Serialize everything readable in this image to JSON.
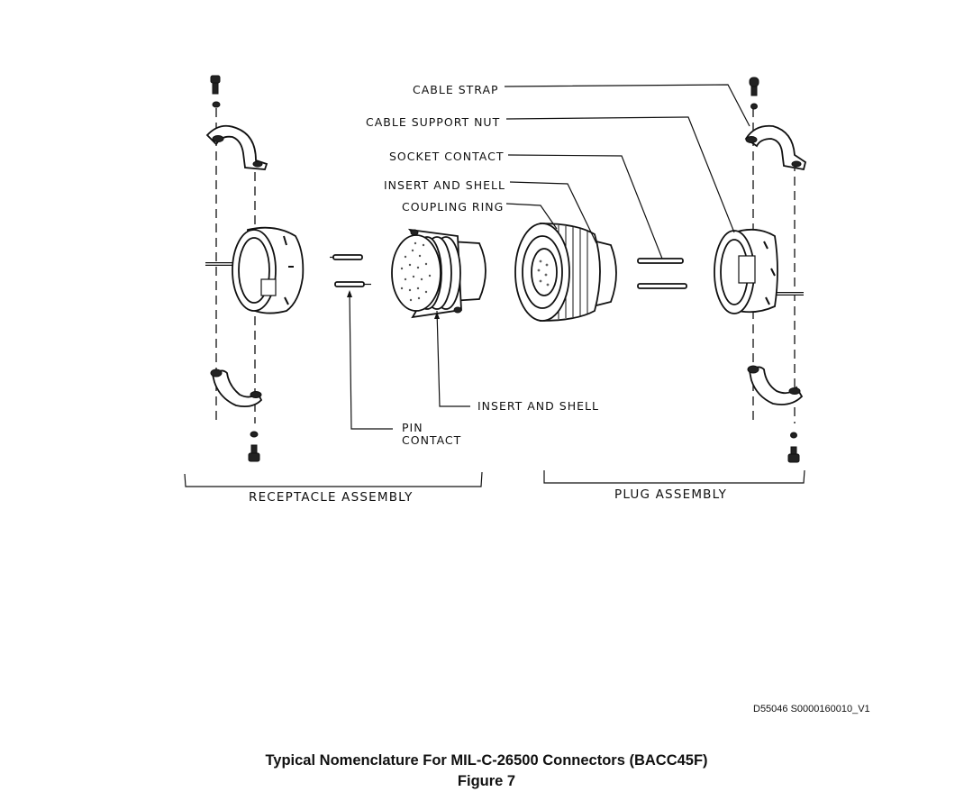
{
  "labels": {
    "cable_strap": "CABLE STRAP",
    "cable_support_nut": "CABLE SUPPORT NUT",
    "socket_contact": "SOCKET CONTACT",
    "insert_and_shell_top": "INSERT AND SHELL",
    "coupling_ring": "COUPLING RING",
    "insert_and_shell_bottom": "INSERT AND SHELL",
    "pin_line1": "PIN",
    "pin_line2": "CONTACT"
  },
  "assemblies": {
    "receptacle": "RECEPTACLE ASSEMBLY",
    "plug": "PLUG ASSEMBLY"
  },
  "drawing_code": "D55046 S0000160010_V1",
  "caption": {
    "title": "Typical Nomenclature For MIL-C-26500 Connectors (BACC45F)",
    "figure": "Figure 7"
  }
}
